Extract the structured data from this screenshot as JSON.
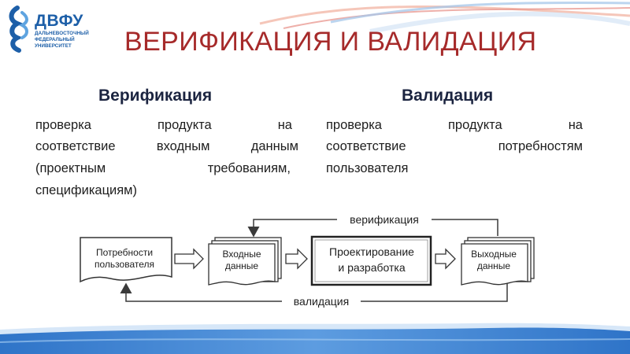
{
  "logo": {
    "name": "ДВФУ",
    "subtitle": [
      "ДАЛЬНЕВОСТОЧНЫЙ",
      "ФЕДЕРАЛЬНЫЙ",
      "УНИВЕРСИТЕТ"
    ]
  },
  "title": "ВЕРИФИКАЦИЯ И ВАЛИДАЦИЯ",
  "columns": {
    "verification": {
      "heading": "Верификация",
      "lines": [
        [
          "проверка",
          "продукта",
          "на"
        ],
        [
          "соответствие",
          "входным",
          "данным"
        ],
        [
          "(проектным",
          "требованиям,"
        ],
        [
          "спецификациям)"
        ]
      ]
    },
    "validation": {
      "heading": "Валидация",
      "lines": [
        [
          "проверка",
          "продукта",
          "на"
        ],
        [
          "соответствие",
          "потребностям"
        ],
        [
          "пользователя"
        ]
      ]
    }
  },
  "diagram": {
    "needs": [
      "Потребности",
      "пользователя"
    ],
    "inputs": [
      "Входные",
      "данные"
    ],
    "design": [
      "Проектирование",
      "и разработка"
    ],
    "outputs": [
      "Выходные",
      "данные"
    ],
    "verification_label": "верификация",
    "validation_label": "валидация"
  },
  "colors": {
    "title": "#a62a2a",
    "logo": "#1d5fa8",
    "heading": "#1b2440",
    "footer": "#2f74c8"
  }
}
